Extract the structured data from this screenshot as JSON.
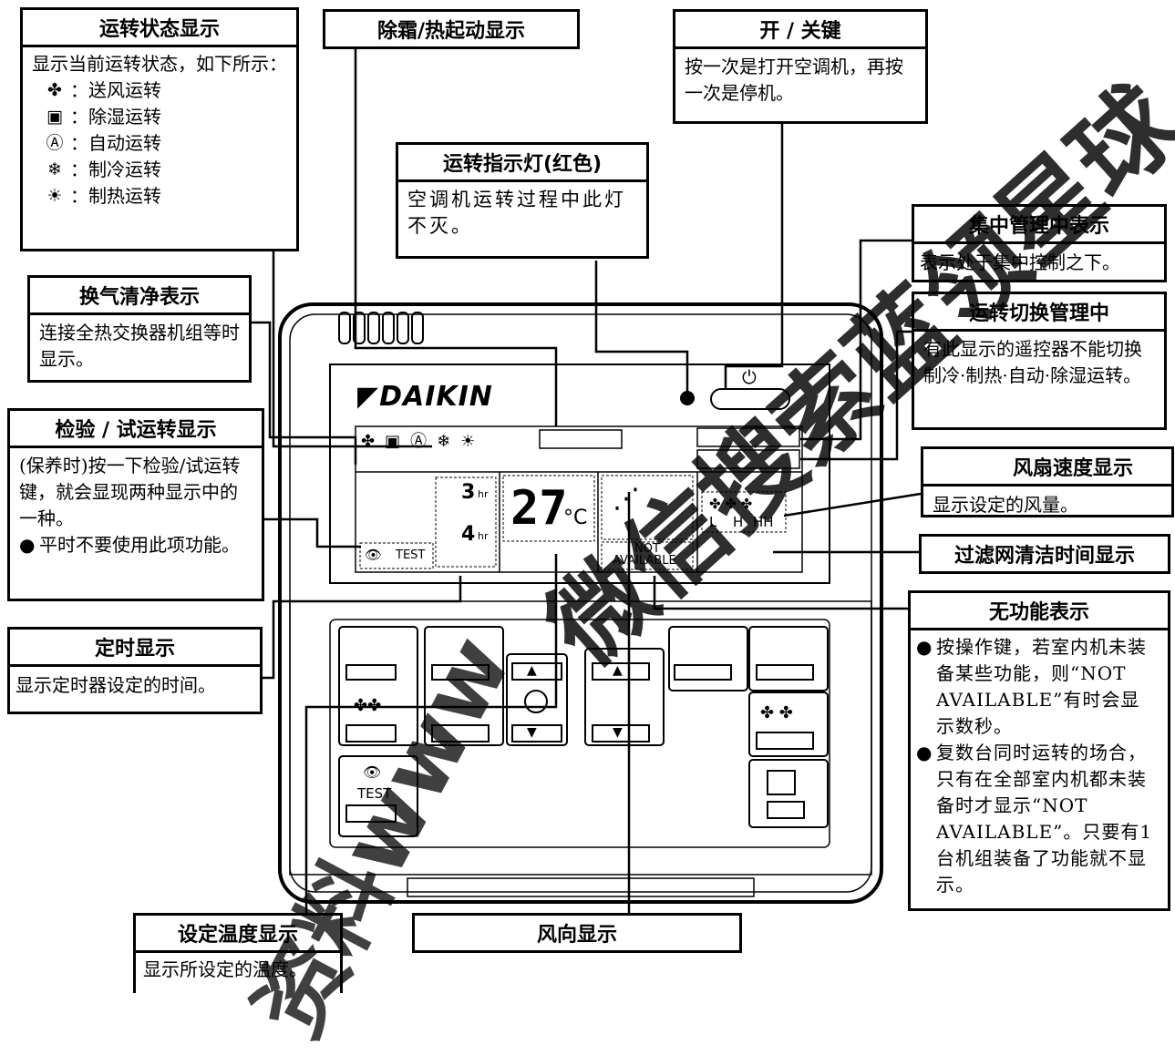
{
  "callouts": {
    "run_status": {
      "title": "运转状态显示",
      "intro": "显示当前运转状态，如下所示：",
      "modes": [
        {
          "icon": "fan-icon",
          "glyph": "✤",
          "label": "送风运转"
        },
        {
          "icon": "dry-icon",
          "glyph": "▣",
          "label": "除湿运转"
        },
        {
          "icon": "auto-icon",
          "glyph": "Ⓐ",
          "label": "自动运转"
        },
        {
          "icon": "cool-icon",
          "glyph": "❄",
          "label": "制冷运转"
        },
        {
          "icon": "heat-icon",
          "glyph": "☀",
          "label": "制热运转"
        }
      ],
      "separator": "："
    },
    "defrost": {
      "title": "除霜/热起动显示"
    },
    "onoff": {
      "title": "开 / 关键",
      "body": "按一次是打开空调机，再按一次是停机。"
    },
    "run_lamp": {
      "title": "运转指示灯(红色)",
      "body": "空调机运转过程中此灯不灭。"
    },
    "central": {
      "title": "集中管理中表示",
      "body": "表示处于集中控制之下。"
    },
    "switch_mgmt": {
      "title": "运转切换管理中",
      "body": "有此显示的遥控器不能切换制冷·制热·自动·除湿运转。"
    },
    "ventilation": {
      "title": "换气清净表示",
      "body": "连接全热交换器机组等时显示。"
    },
    "inspection": {
      "title": "检验 / 试运转显示",
      "body": "(保养时)按一下检验/试运转键，就会显现两种显示中的一种。",
      "bullet": "平时不要使用此项功能。"
    },
    "fan_speed": {
      "title": "风扇速度显示",
      "body": "显示设定的风量。"
    },
    "filter": {
      "title": "过滤网清洁时间显示"
    },
    "timer": {
      "title": "定时显示",
      "body": "显示定时器设定的时间。"
    },
    "no_function": {
      "title": "无功能表示",
      "bullets": [
        "按操作键，若室内机未装备某些功能，则“NOT AVAILABLE”有时会显示数秒。",
        "复数台同时运转的场合，只有在全部室内机都未装备时才显示“NOT AVAILABLE”。只要有1台机组装备了功能就不显示。"
      ]
    },
    "set_temp": {
      "title": "设定温度显示",
      "body": "显示所设定的温度。"
    },
    "airflow": {
      "title": "风向显示"
    }
  },
  "panel": {
    "brand": "DAIKIN",
    "power_symbol": "⏻",
    "lcd_temp": "27",
    "lcd_unit": "°C",
    "timer_on": "3",
    "timer_off": "4",
    "hr": "hr",
    "test_label": "TEST",
    "not_available_1": "NOT",
    "not_available_2": "AVAILABLE",
    "fan_l": "L",
    "fan_h": "H",
    "fan_hh": "HH",
    "btn_test": "TEST",
    "arrow_up": "▲",
    "arrow_down": "▼"
  },
  "watermarks": [
    "微信搜索蓝领星球",
    "资料www"
  ]
}
